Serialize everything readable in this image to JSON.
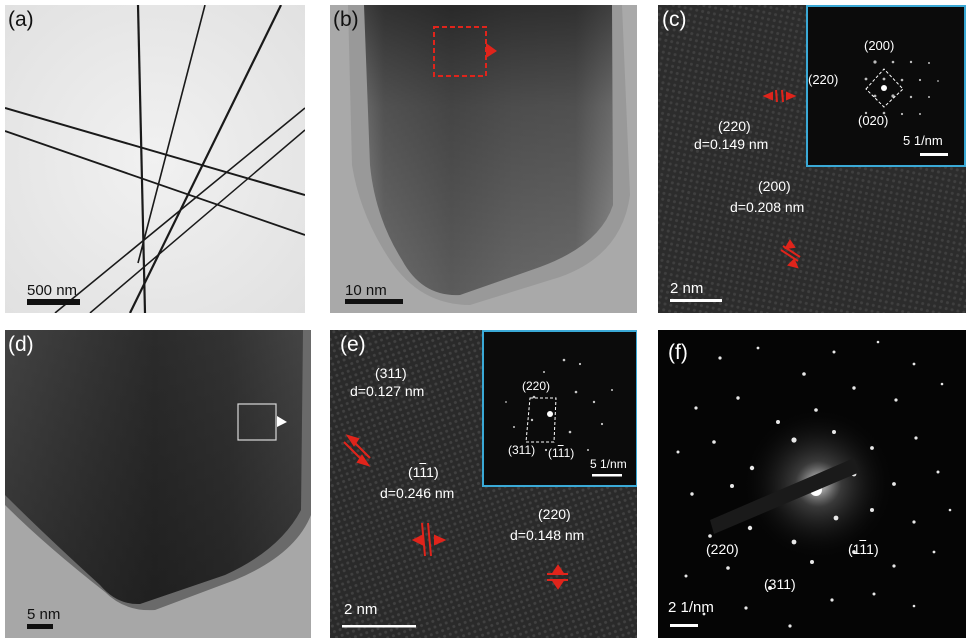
{
  "figure": {
    "panels": {
      "a": {
        "label": "(a)",
        "scale": "500 nm"
      },
      "b": {
        "label": "(b)",
        "scale": "10 nm"
      },
      "c": {
        "label": "(c)",
        "scale": "2 nm",
        "fringe1": {
          "plane": "(220)",
          "d": "d=0.149  nm"
        },
        "fringe2": {
          "plane": "(200)",
          "d": "d=0.208  nm"
        },
        "inset": {
          "spot_top": "(200)",
          "spot_left": "(220)",
          "spot_bottom": "(020)",
          "scale": "5 1/nm"
        }
      },
      "d": {
        "label": "(d)",
        "scale": "5 nm"
      },
      "e": {
        "label": "(e)",
        "scale": "2 nm",
        "fringe1": {
          "plane": "(311)",
          "d": "d=0.127  nm"
        },
        "fringe2": {
          "plane_pre": "(1",
          "plane_bar": "1",
          "plane_post": "1)",
          "d": "d=0.246  nm"
        },
        "fringe3": {
          "plane": "(220)",
          "d": "d=0.148  nm"
        },
        "inset": {
          "spot_top": "(220)",
          "spot_left": "(311)",
          "spot_right_pre": "(1",
          "spot_right_bar": "1",
          "spot_right_post": "1)",
          "scale": "5 1/nm"
        }
      },
      "f": {
        "label": "(f)",
        "scale": "2 1/nm",
        "spot1": "(220)",
        "spot2_pre": "(1",
        "spot2_bar": "1",
        "spot2_post": "1)",
        "spot3": "(311)"
      }
    },
    "colors": {
      "arrow_red": "#e0241b",
      "inset_border": "#3aa9d6"
    }
  }
}
